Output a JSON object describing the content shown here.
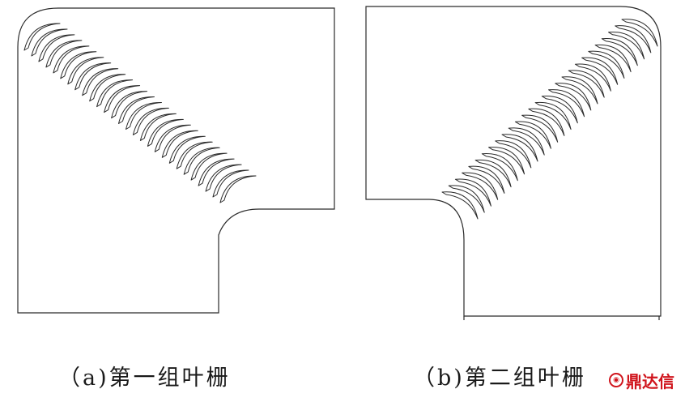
{
  "figure": {
    "panels": [
      {
        "id": "a",
        "caption": "（a)第一组叶栅",
        "blade_count": 28
      },
      {
        "id": "b",
        "caption": "（b)第二组叶栅",
        "blade_count": 28
      }
    ],
    "line_color": "#2b2b2b"
  },
  "watermark": {
    "text": "鼎达信",
    "color": "#d0141c"
  }
}
